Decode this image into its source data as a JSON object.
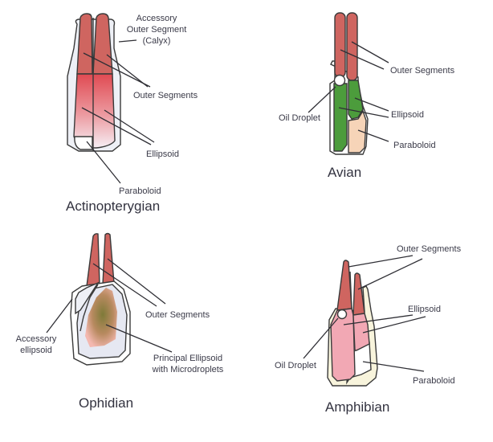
{
  "panels": {
    "actinopterygian": {
      "title": "Actinopterygian",
      "labels": {
        "accessory_line1": "Accessory",
        "accessory_line2": "Outer Segment",
        "accessory_line3": "(Calyx)",
        "outer_segments": "Outer Segments",
        "ellipsoid": "Ellipsoid",
        "paraboloid": "Paraboloid"
      }
    },
    "avian": {
      "title": "Avian",
      "labels": {
        "outer_segments": "Outer Segments",
        "oil_droplet": "Oil Droplet",
        "ellipsoid": "Ellipsoid",
        "paraboloid": "Paraboloid"
      }
    },
    "ophidian": {
      "title": "Ophidian",
      "labels": {
        "outer_segments": "Outer Segments",
        "accessory_line1": "Accessory",
        "accessory_line2": "ellipsoid",
        "principal_line1": "Principal Ellipsoid",
        "principal_line2": "with Microdroplets"
      }
    },
    "amphibian": {
      "title": "Amphibian",
      "labels": {
        "outer_segments": "Outer Segments",
        "ellipsoid": "Ellipsoid",
        "oil_droplet": "Oil Droplet",
        "paraboloid": "Paraboloid"
      }
    }
  },
  "colors": {
    "outer_segment": "#d06a64",
    "ellipsoid_fish": "#e25a60",
    "avian_ellipsoid": "#4c9c3c",
    "avian_paraboloid": "#f6d4b8",
    "ophidian_body": "#e8e8f2",
    "ophidian_droplets": "#8a7c40",
    "amphibian_ellipsoid": "#f2a8b4",
    "amphibian_sheath": "#f8f4dc"
  }
}
